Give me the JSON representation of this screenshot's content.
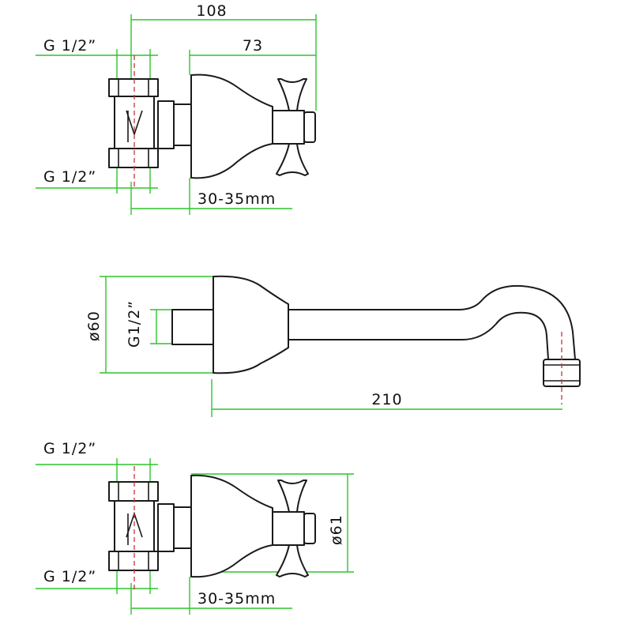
{
  "views": {
    "top": {
      "overall_length": "108",
      "body_length": "73",
      "inlet_label": "G 1/2”",
      "outlet_label": "G 1/2”",
      "wall_range": "30-35mm"
    },
    "middle": {
      "diameter": "ø60",
      "thread": "G1/2”",
      "spout_reach": "210"
    },
    "bottom": {
      "inlet_label": "G 1/2”",
      "outlet_label": "G 1/2”",
      "diameter": "ø61",
      "wall_range": "30-35mm"
    }
  },
  "colors": {
    "outline": "#1a1a1a",
    "dimension": "#2ec42e",
    "axis": "#c83232"
  }
}
